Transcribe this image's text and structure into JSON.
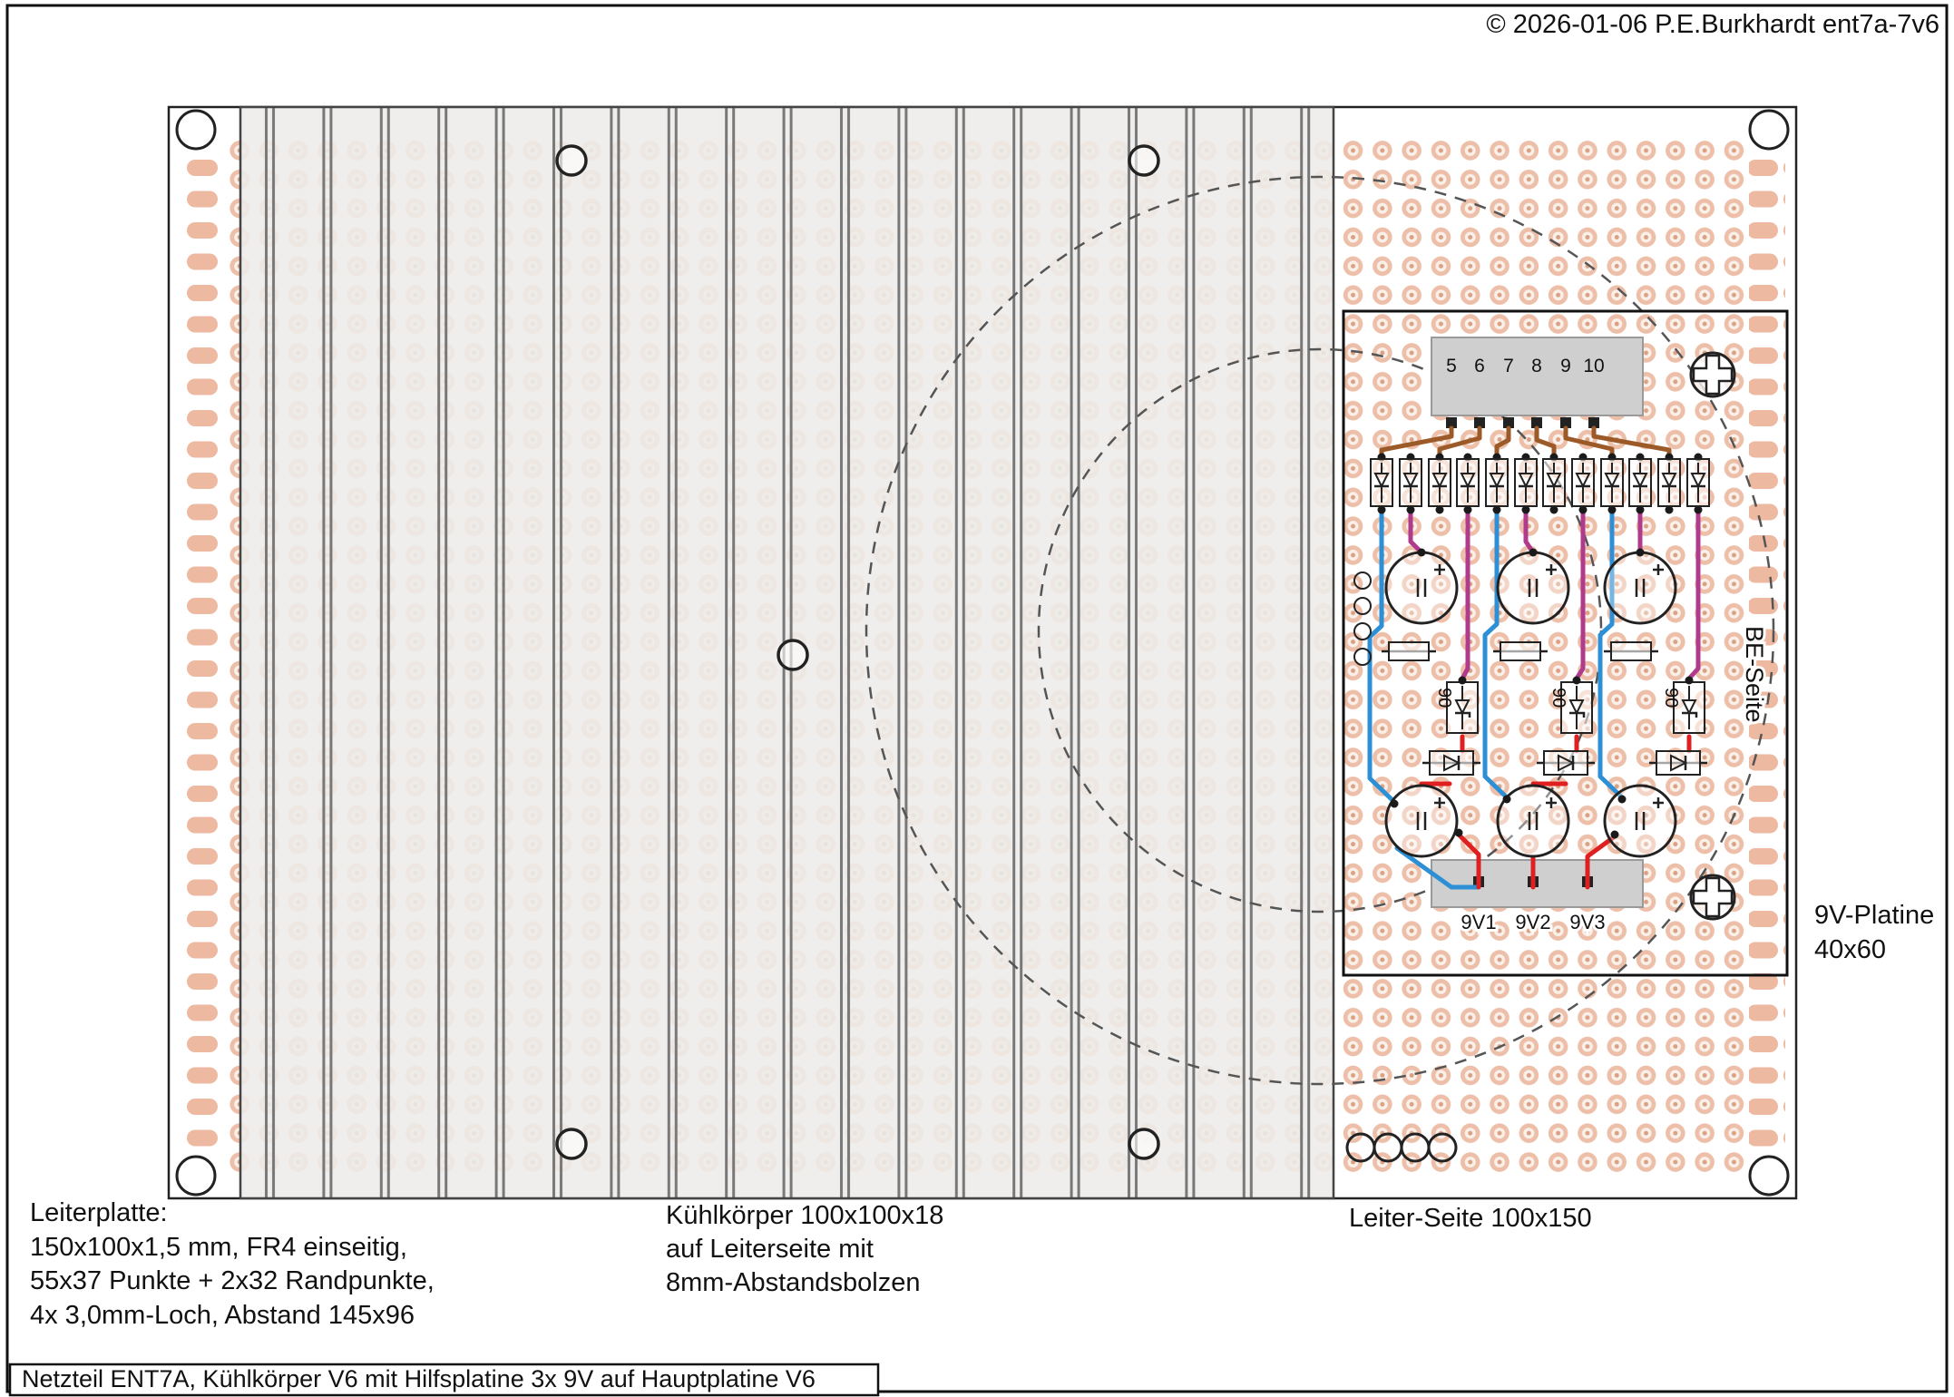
{
  "meta": {
    "copyright": "© 2026-01-06 P.E.Burkhardt ent7a-7v6"
  },
  "footer": {
    "title": "Netzteil ENT7A, Kühlkörper V6 mit Hilfsplatine 3x 9V auf Hauptplatine V6"
  },
  "notes": {
    "leiterplatte": {
      "title": "Leiterplatte:",
      "line1": "150x100x1,5 mm, FR4 einseitig,",
      "line2": "55x37 Punkte + 2x32 Randpunkte,",
      "line3": "4x 3,0mm-Loch, Abstand 145x96"
    },
    "kuehlkoerper": {
      "line1": "Kühlkörper 100x100x18",
      "line2": "auf Leiterseite mit",
      "line3": "8mm-Abstandsbolzen"
    },
    "leiter_seite": "Leiter-Seite 100x150",
    "platine9v": {
      "line1": "9V-Platine",
      "line2": "40x60"
    }
  },
  "subboard": {
    "be_seite": "BE-Seite",
    "pin_numbers": [
      "5",
      "6",
      "7",
      "8",
      "9",
      "10"
    ],
    "output_labels": [
      "9V1",
      "9V2",
      "9V3"
    ],
    "regulator_labels": [
      "90",
      "90",
      "90"
    ]
  },
  "colors": {
    "pad_ring": "#edbfa9",
    "pad_hole": "#faf0ea",
    "pad_center": "#dba183",
    "edge_pad": "#eeb9a1",
    "heatsink_body": "#ececea",
    "heatsink_fin": "#787878",
    "board_outline": "#222222",
    "trace_brown": "#9c5a28",
    "trace_blue": "#2d8fd5",
    "trace_red": "#e02020",
    "trace_magenta": "#b03a8c",
    "connector_gray": "#cfcfcf"
  }
}
